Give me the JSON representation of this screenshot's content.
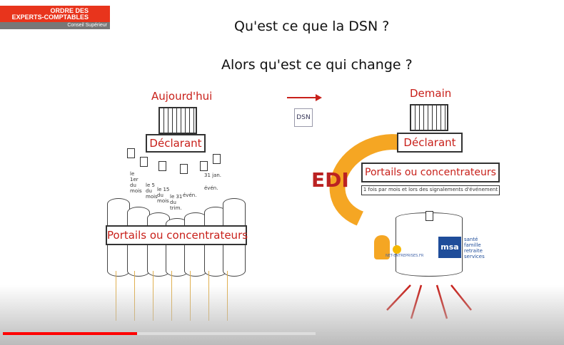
{
  "logo": {
    "line1": "ORDRE DES",
    "line2": "EXPERTS-COMPTABLES",
    "sub": "Conseil Supérieur"
  },
  "slide": {
    "title": "Qu'est ce que la DSN ?",
    "subtitle": "Alors qu'est ce qui change ?",
    "left": {
      "heading": "Aujourd'hui",
      "declarant": "Déclarant",
      "portals": "Portails ou concentrateurs",
      "notes": [
        "le 1er du mois",
        "le 5 du mois",
        "le 15 du mois",
        "le 31 du trim.",
        "évén.",
        "évén.",
        "31 jan."
      ]
    },
    "right": {
      "heading": "Demain",
      "declarant": "Déclarant",
      "portals": "Portails ou concentrateurs",
      "frequency": "1 fois par mois et lors des signalements d'événement",
      "edi": "EDI",
      "netentreprises": "NET-ENTREPRISES.FR",
      "msa": "msa",
      "msa_tags": [
        "santé",
        "famille",
        "retraite",
        "services"
      ]
    },
    "dsn_badge": "DSN"
  },
  "video": {
    "played_fraction": 0.24,
    "buffered_fraction": 0.56
  },
  "colors": {
    "accent": "#c8201a",
    "orange": "#f5a623",
    "progress": "#ff0000"
  }
}
